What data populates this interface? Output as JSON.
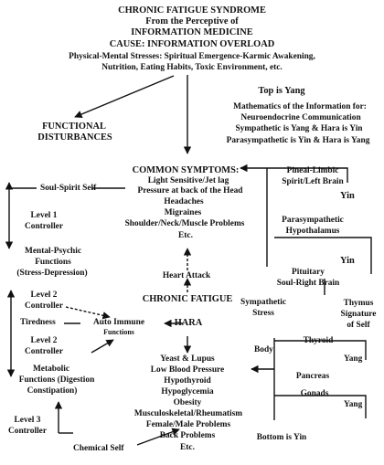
{
  "header": {
    "lines": [
      "CHRONIC FATIGUE SYNDROME",
      "From the Perceptive of",
      "INFORMATION MEDICINE",
      "CAUSE: INFORMATION OVERLOAD",
      "Physical-Mental Stresses: Spiritual Emergence-Karmic Awakening,",
      "Nutrition, Eating Habits, Toxic Environment, etc."
    ]
  },
  "labels": {
    "top_is_yang": "Top is Yang",
    "bottom_is_yin": "Bottom is Yin",
    "functional": [
      "FUNCTIONAL",
      "DISTURBANCES"
    ],
    "math": [
      "Mathematics of the Information for:",
      "Neuroendocrine Communication",
      "Sympathetic is Yang & Hara is Yin",
      "Parasympathetic is Yin & Hara is Yang"
    ],
    "common_symptoms": [
      "COMMON SYMPTOMS:",
      "Light Sensitive/Jet lag",
      "Pressure at back of the Head",
      "Headaches",
      "Migraines",
      "Shoulder/Neck/Muscle Problems",
      "Etc."
    ],
    "soul_spirit_self": "Soul-Spirit Self",
    "level1": [
      "Level 1",
      "Controller"
    ],
    "mental_psychic": [
      "Mental-Psychic",
      "Functions",
      "(Stress-Depression)"
    ],
    "level2_top": [
      "Level 2",
      "Controller"
    ],
    "tiredness": "Tiredness",
    "auto_immune": [
      "Auto Immune",
      "Functions"
    ],
    "level2_bottom": [
      "Level 2",
      "Controller"
    ],
    "metabolic": [
      "Metabolic",
      "Functions (Digestion",
      "Constipation)"
    ],
    "level3": [
      "Level 3",
      "Controller"
    ],
    "chemical_self": "Chemical Self",
    "heart_attack": "Heart Attack",
    "chronic_fatigue": "CHRONIC FATIGUE",
    "hara": "HARA",
    "bottom_symptoms": [
      "Yeast & Lupus",
      "Low Blood Pressure",
      "Hypothyroid",
      "Hypoglycemia",
      "Obesity",
      "Musculoskeletal/Rheumatism",
      "Female/Male Problems",
      "Back Problems",
      "Etc."
    ],
    "pineal_limbic": [
      "Pineal-Limbic",
      "Spirit/Left Brain"
    ],
    "yin1": "Yin",
    "parasympathetic": [
      "Parasympathetic",
      "Hypothalamus"
    ],
    "yin2": "Yin",
    "pituitary": [
      "Pituitary",
      "Soul-Right Brain"
    ],
    "sympathetic_stress": [
      "Sympathetic",
      "Stress"
    ],
    "thymus": [
      "Thymus",
      "Signature",
      "of Self"
    ],
    "body": "Body",
    "thyroid": "Thyroid",
    "yang1": "Yang",
    "pancreas": "Pancreas",
    "gonads": "Gonads",
    "yang2": "Yang"
  }
}
